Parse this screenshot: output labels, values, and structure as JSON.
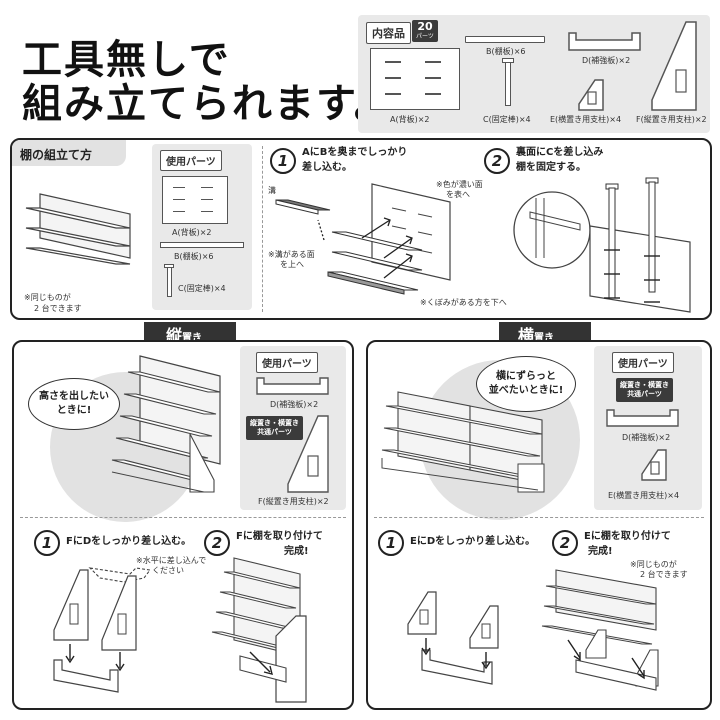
{
  "header": {
    "title_line1": "工具無しで",
    "title_line2": "組み立てられます。"
  },
  "contents": {
    "label": "内容品",
    "count_badge": "20パーツ",
    "count_num": "20",
    "count_unit": "パーツ",
    "parts": [
      {
        "id": "A",
        "label": "A(背板)×2"
      },
      {
        "id": "B",
        "label": "B(棚板)×6"
      },
      {
        "id": "C",
        "label": "C(固定棒)×4"
      },
      {
        "id": "D",
        "label": "D(補強板)×2"
      },
      {
        "id": "E",
        "label": "E(横置き用支柱)×4"
      },
      {
        "id": "F",
        "label": "F(縦置き用支柱)×2"
      }
    ]
  },
  "shelf_section": {
    "title": "棚の組立て方",
    "note_line1": "※同じものが",
    "note_line2": "2 台できます",
    "used_parts_label": "使用パーツ",
    "used_parts": [
      "A(背板)×2",
      "B(棚板)×6",
      "C(固定棒)×4"
    ],
    "step1": {
      "num": "1",
      "line1": "AにBを奥までしっかり",
      "line2": "差し込む。",
      "note_groove": "溝",
      "note_dark": "※色が濃い面",
      "note_dark2": "を表へ",
      "note_groove_up": "※溝がある面",
      "note_groove_up2": "を上へ",
      "note_dent": "※くぼみがある方を下へ"
    },
    "step2": {
      "num": "2",
      "line1": "裏面にCを差し込み",
      "line2": "棚を固定する。"
    }
  },
  "vertical": {
    "label_main": "縦",
    "label_sub": "置き",
    "bubble_line1": "高さを出したい",
    "bubble_line2": "ときに!",
    "used_parts_label": "使用パーツ",
    "used_parts": [
      "D(補強板)×2",
      "F(縦置き用支柱)×2"
    ],
    "shared_tag_line1": "縦置き・横置き",
    "shared_tag_line2": "共通パーツ",
    "step1": {
      "num": "1",
      "text": "FにDをしっかり差し込む。",
      "note1": "※水平に差し込んで",
      "note2": "ください"
    },
    "step2": {
      "num": "2",
      "line1": "Fに棚を取り付けて",
      "line2": "完成!"
    }
  },
  "horizontal": {
    "label_main": "横",
    "label_sub": "置き",
    "bubble_line1": "横にずらっと",
    "bubble_line2": "並べたいときに!",
    "used_parts_label": "使用パーツ",
    "shared_tag_line1": "縦置き・横置き",
    "shared_tag_line2": "共通パーツ",
    "used_parts": [
      "D(補強板)×2",
      "E(横置き用支柱)×4"
    ],
    "step1": {
      "num": "1",
      "text": "EにDをしっかり差し込む。"
    },
    "step2": {
      "num": "2",
      "line1": "Eに棚を取り付けて",
      "line2": "完成!",
      "note1": "※同じものが",
      "note2": "2 台できます"
    }
  }
}
